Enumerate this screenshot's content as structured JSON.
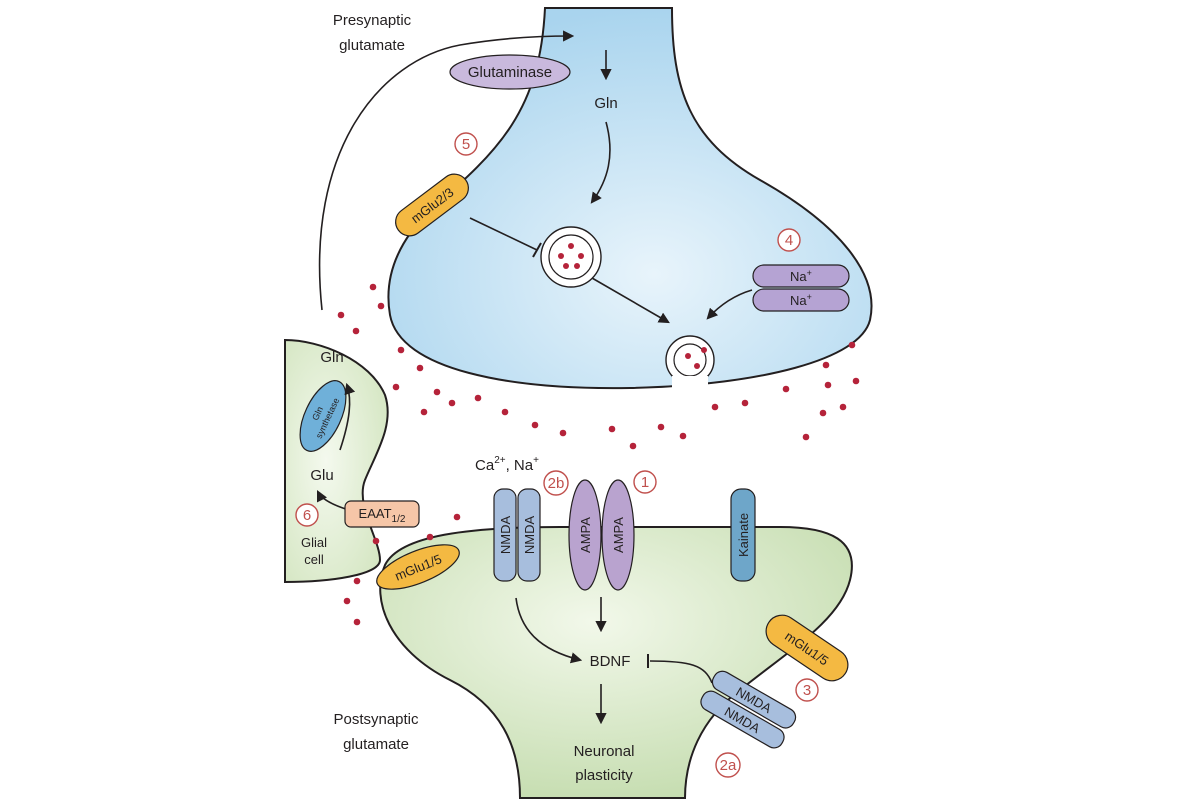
{
  "labels": {
    "presynaptic": [
      "Presynaptic",
      "glutamate"
    ],
    "postsynaptic": [
      "Postsynaptic",
      "glutamate"
    ],
    "glutaminase": "Glutaminase",
    "gln_pre": "Gln",
    "gln_glia": "Gln",
    "glu_glia": "Glu",
    "gln_synthetase": [
      "Gln",
      "synthetase"
    ],
    "glial_cell": [
      "Glial",
      "cell"
    ],
    "eaat": "EAAT",
    "eaat_sub": "1/2",
    "mglu23": "mGlu2/3",
    "mglu15_left": "mGlu1/5",
    "mglu15_right": "mGlu1/5",
    "na_top": "Na",
    "na_bottom": "Na",
    "na_sup": "+",
    "ca_ions": "Ca",
    "ca_sup": "2+",
    "ca_na": ", Na",
    "ca_na_sup": "+",
    "nmda_a": "NMDA",
    "nmda_b": "NMDA",
    "ampa_a": "AMPA",
    "ampa_b": "AMPA",
    "kainate": "Kainate",
    "nmda_ext_a": "NMDA",
    "nmda_ext_b": "NMDA",
    "bdnf": "BDNF",
    "neuronal_plasticity": [
      "Neuronal",
      "plasticity"
    ]
  },
  "numbers": {
    "n1": "1",
    "n2a": "2a",
    "n2b": "2b",
    "n3": "3",
    "n4": "4",
    "n5": "5",
    "n6": "6"
  },
  "colors": {
    "presynaptic_fill": "#bfe0f2",
    "postsynaptic_fill": "#d7e8c6",
    "glial_fill": "#e6f0da",
    "glutamate_dot": "#b5233a",
    "mglu_receptor": "#f4b942",
    "nmda_receptor": "#a7bedd",
    "ampa_receptor": "#b9a3cf",
    "kainate_receptor": "#6ea6c9",
    "na_channel": "#b5a3d3",
    "eaat_transporter": "#f6c6a8",
    "glutaminase_enzyme": "#c9b9dd",
    "gln_synthetase_enzyme": "#6fb0d9",
    "number_circle": "#c0504d"
  }
}
